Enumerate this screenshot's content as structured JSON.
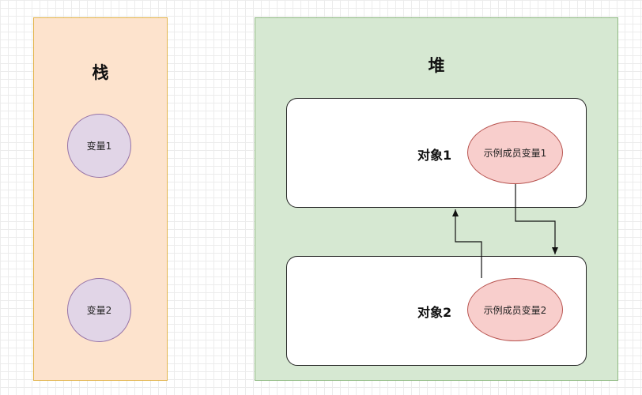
{
  "stack": {
    "title": "栈",
    "variables": [
      "变量1",
      "变量2"
    ]
  },
  "heap": {
    "title": "堆",
    "objects": [
      {
        "label": "对象1",
        "member": "示例成员变量1"
      },
      {
        "label": "对象2",
        "member": "示例成员变量2"
      }
    ]
  },
  "colors": {
    "stack_fill": "#fde3cd",
    "stack_border": "#e2b44c",
    "heap_fill": "#d6e8d2",
    "heap_border": "#8fba82",
    "variable_fill": "#e1d5e7",
    "variable_border": "#9673a6",
    "member_fill": "#f8cecc",
    "member_border": "#b85450"
  }
}
